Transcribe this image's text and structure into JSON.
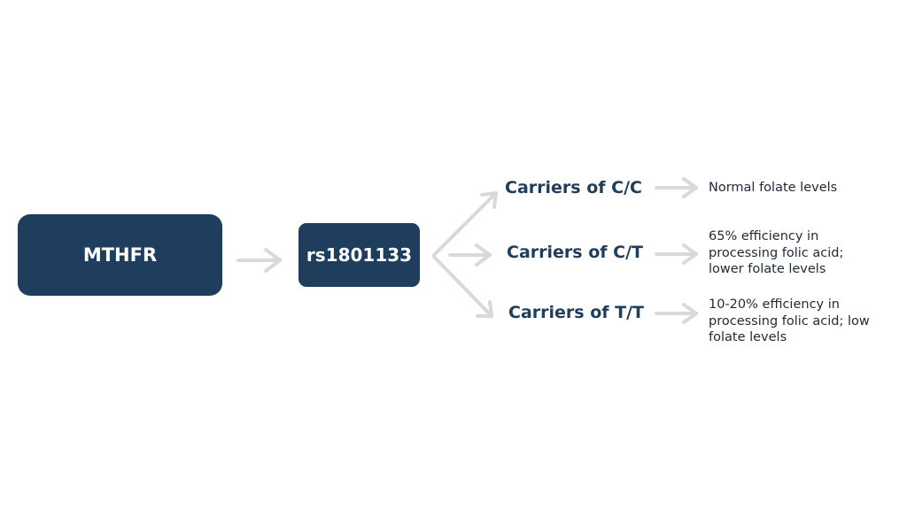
{
  "diagram": {
    "gene": "MTHFR",
    "variant": "rs1801133",
    "branches": [
      {
        "genotype": "Carriers of C/C",
        "outcome": "Normal folate levels"
      },
      {
        "genotype": "Carriers of C/T",
        "outcome": "65% efficiency in processing folic acid; lower folate levels"
      },
      {
        "genotype": "Carriers of T/T",
        "outcome": "10-20% efficiency in processing folic acid; low folate levels"
      }
    ],
    "colors": {
      "node_fill": "#1f3d5c",
      "node_text": "#ffffff",
      "genotype_text": "#1f3d5c",
      "arrow": "#d9d9d9"
    }
  }
}
